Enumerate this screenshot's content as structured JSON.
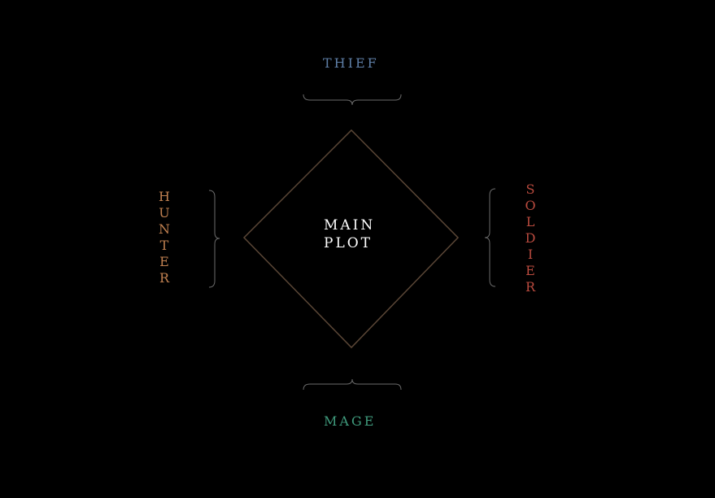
{
  "center": {
    "line1": "MAIN",
    "line2": "PLOT"
  },
  "top": {
    "label": "THIEF"
  },
  "bottom": {
    "label": "MAGE"
  },
  "left": {
    "label": "HUNTER"
  },
  "right": {
    "label": "SOLDIER"
  },
  "colors": {
    "background": "#000000",
    "diamond": "#5a4636",
    "bracket": "#6b6b6b",
    "center_text": "#ffffff",
    "thief": "#5e7ea6",
    "mage": "#3f9a7c",
    "hunter": "#c08050",
    "soldier": "#b84a3e"
  }
}
